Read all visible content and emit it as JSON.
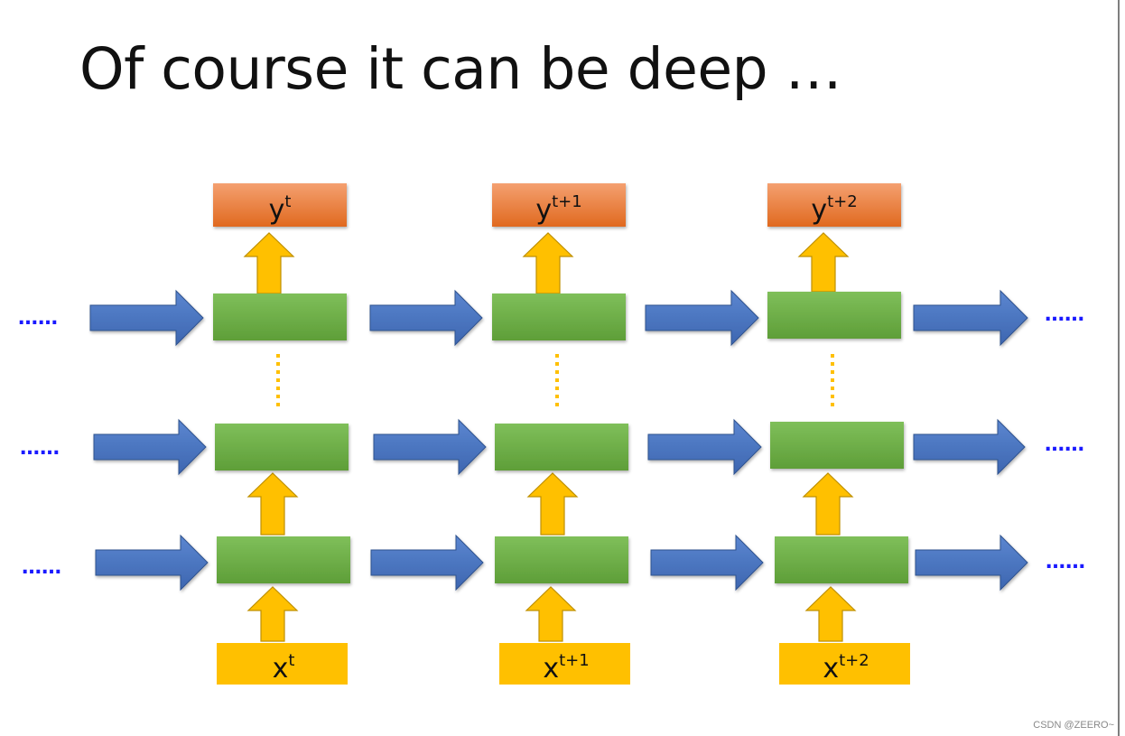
{
  "title": "Of course it can be deep …",
  "outputs": [
    {
      "base": "y",
      "sup": "t"
    },
    {
      "base": "y",
      "sup": "t+1"
    },
    {
      "base": "y",
      "sup": "t+2"
    }
  ],
  "inputs": [
    {
      "base": "x",
      "sup": "t"
    },
    {
      "base": "x",
      "sup": "t+1"
    },
    {
      "base": "x",
      "sup": "t+2"
    }
  ],
  "continuation_dots": "……",
  "watermark": "CSDN @ZEERO~",
  "colors": {
    "output_box": "#ed7d31",
    "input_box": "#ffc000",
    "hidden_cell": "#70ad47",
    "recurrent_arrow": "#4472c4",
    "vertical_arrow": "#ffc000",
    "layer_ellipsis": "#ffc000",
    "dots": "#1a1aff"
  }
}
